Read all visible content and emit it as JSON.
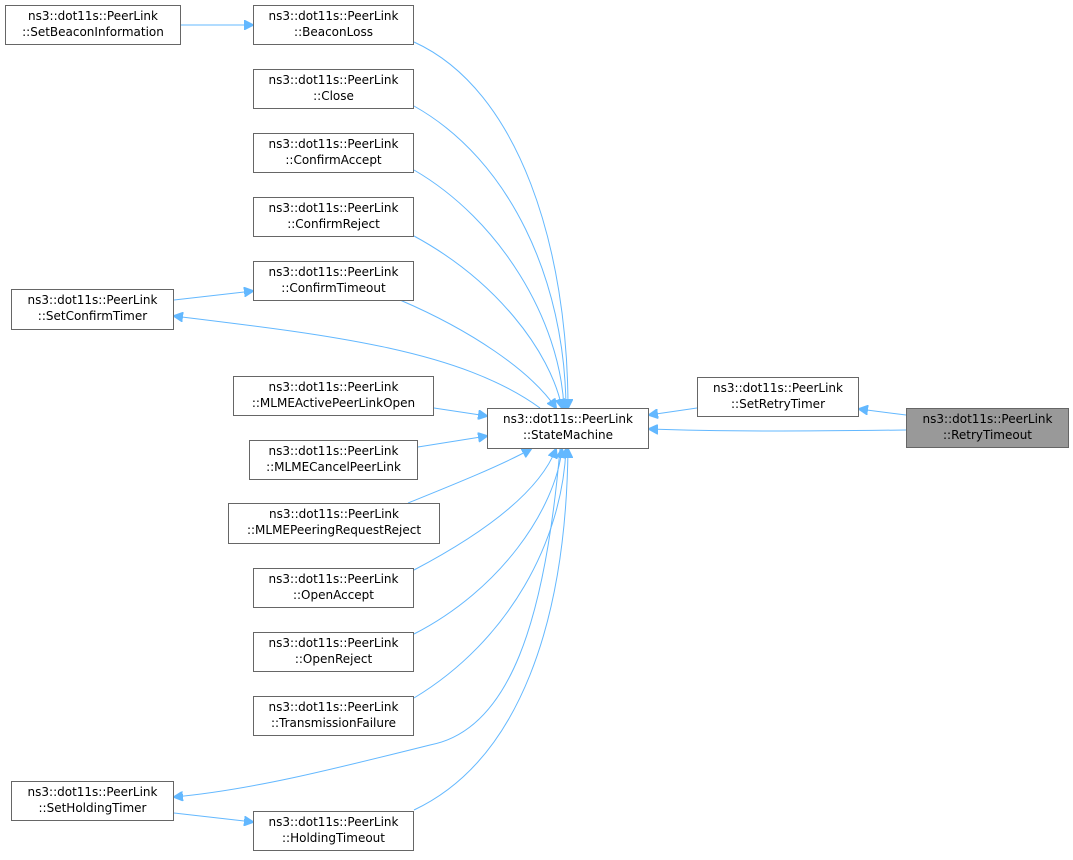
{
  "colors": {
    "edge": "#63b8ff",
    "node_border": "#666666",
    "node_fill": "#ffffff",
    "highlight_fill": "#999999"
  },
  "nodes": {
    "retry_timeout": {
      "l1": "ns3::dot11s::PeerLink",
      "l2": "::RetryTimeout"
    },
    "set_retry_timer": {
      "l1": "ns3::dot11s::PeerLink",
      "l2": "::SetRetryTimer"
    },
    "state_machine": {
      "l1": "ns3::dot11s::PeerLink",
      "l2": "::StateMachine"
    },
    "beacon_loss": {
      "l1": "ns3::dot11s::PeerLink",
      "l2": "::BeaconLoss"
    },
    "close": {
      "l1": "ns3::dot11s::PeerLink",
      "l2": "::Close"
    },
    "confirm_accept": {
      "l1": "ns3::dot11s::PeerLink",
      "l2": "::ConfirmAccept"
    },
    "confirm_reject": {
      "l1": "ns3::dot11s::PeerLink",
      "l2": "::ConfirmReject"
    },
    "confirm_timeout": {
      "l1": "ns3::dot11s::PeerLink",
      "l2": "::ConfirmTimeout"
    },
    "mlme_active": {
      "l1": "ns3::dot11s::PeerLink",
      "l2": "::MLMEActivePeerLinkOpen"
    },
    "mlme_cancel": {
      "l1": "ns3::dot11s::PeerLink",
      "l2": "::MLMECancelPeerLink"
    },
    "mlme_reject": {
      "l1": "ns3::dot11s::PeerLink",
      "l2": "::MLMEPeeringRequestReject"
    },
    "open_accept": {
      "l1": "ns3::dot11s::PeerLink",
      "l2": "::OpenAccept"
    },
    "open_reject": {
      "l1": "ns3::dot11s::PeerLink",
      "l2": "::OpenReject"
    },
    "transmission_failure": {
      "l1": "ns3::dot11s::PeerLink",
      "l2": "::TransmissionFailure"
    },
    "holding_timeout": {
      "l1": "ns3::dot11s::PeerLink",
      "l2": "::HoldingTimeout"
    },
    "set_beacon_info": {
      "l1": "ns3::dot11s::PeerLink",
      "l2": "::SetBeaconInformation"
    },
    "set_confirm_timer": {
      "l1": "ns3::dot11s::PeerLink",
      "l2": "::SetConfirmTimer"
    },
    "set_holding_timer": {
      "l1": "ns3::dot11s::PeerLink",
      "l2": "::SetHoldingTimer"
    }
  }
}
